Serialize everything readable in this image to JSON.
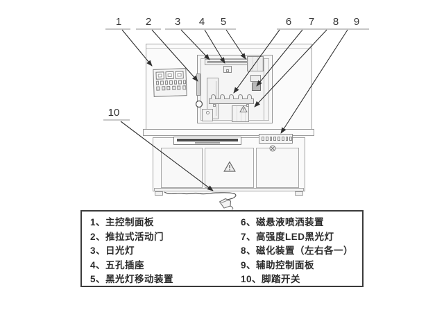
{
  "colors": {
    "background": "#ffffff",
    "leader_line": "#2f2f2f",
    "artwork_line": "#9a9a9a",
    "legend_border": "#3a3a3a",
    "text": "#2b2b2b"
  },
  "callouts": [
    "1",
    "2",
    "3",
    "4",
    "5",
    "6",
    "7",
    "8",
    "9",
    "10"
  ],
  "legend": {
    "left_items": [
      "1、主控制面板",
      "2、推拉式活动门",
      "3、日光灯",
      "4、五孔插座",
      "5、黑光灯移动装置"
    ],
    "right_items": [
      "6、磁悬液喷洒装置",
      "7、高强度LED黑光灯",
      "8、磁化装置（左右各一）",
      "9、辅助控制面板",
      "10、脚踏开关"
    ]
  }
}
